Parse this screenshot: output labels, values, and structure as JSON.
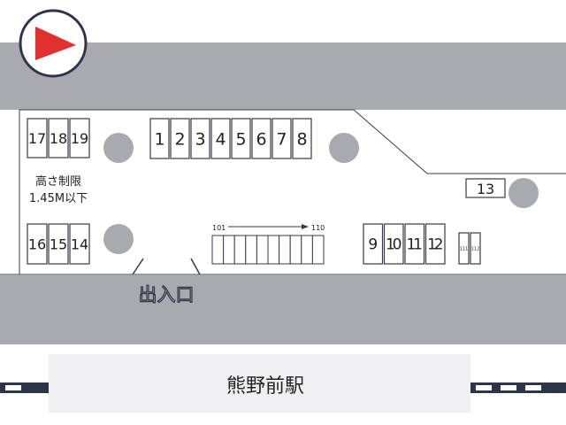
{
  "colors": {
    "road": "#a9a9b0",
    "lot": "#ffffff",
    "line": "#3a3a4a",
    "pillar": "#a9a9b0",
    "station_box": "#f0f0f2",
    "compass_arrow": "#e03030",
    "rail_dark": "#2e3548",
    "rail_light": "#ffffff",
    "text": "#222222",
    "entrance_text": "#ffffff"
  },
  "compass": {
    "icon": "north-arrow-icon"
  },
  "height_limit": {
    "line1": "高さ制限",
    "line2": "1.45M以下"
  },
  "entrance": {
    "label": "出入口"
  },
  "station": {
    "name": "熊野前駅"
  },
  "bike_range": {
    "from": "101",
    "to": "110"
  },
  "spaces": {
    "left_top": [
      "17",
      "18",
      "19"
    ],
    "left_bottom": [
      "16",
      "15",
      "14"
    ],
    "center_top": [
      "1",
      "2",
      "3",
      "4",
      "5",
      "6",
      "7",
      "8"
    ],
    "right_bottom": [
      "9",
      "10",
      "11",
      "12"
    ],
    "single": "13",
    "small": [
      "111",
      "112"
    ]
  }
}
